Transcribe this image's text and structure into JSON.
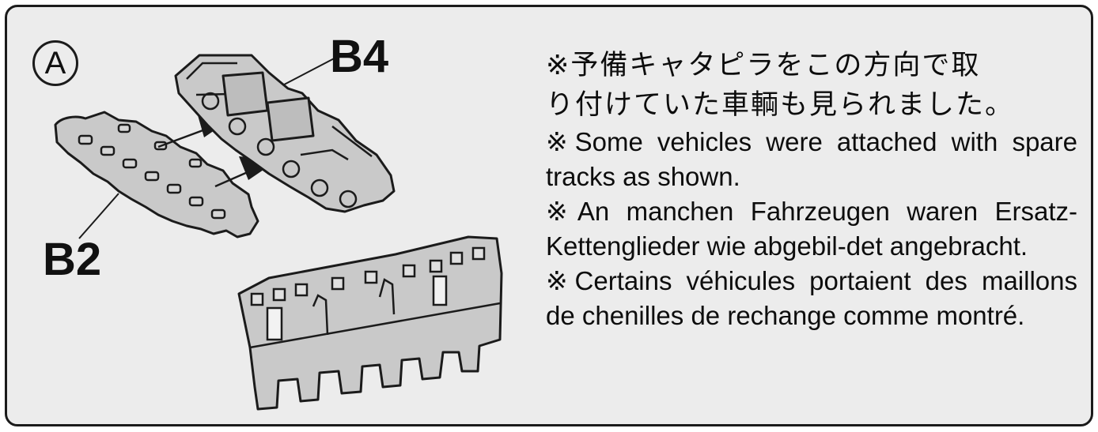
{
  "circle_label": "A",
  "parts": {
    "b4": "B4",
    "b2": "B2"
  },
  "notes": {
    "jp_line1": "※予備キャタピラをこの方向で取",
    "jp_line2": "り付けていた車輌も見られました。",
    "en": "※Some vehicles were attached with spare tracks as shown.",
    "de": "※An manchen Fahrzeugen waren Ersatz-Kettenglieder wie abgebil-det angebracht.",
    "fr": "※Certains véhicules portaient des maillons de chenilles de rechange comme montré."
  },
  "colors": {
    "part_fill": "#c9c9c9",
    "outline": "#1b1b1b",
    "panel_bg": "#ececec"
  }
}
